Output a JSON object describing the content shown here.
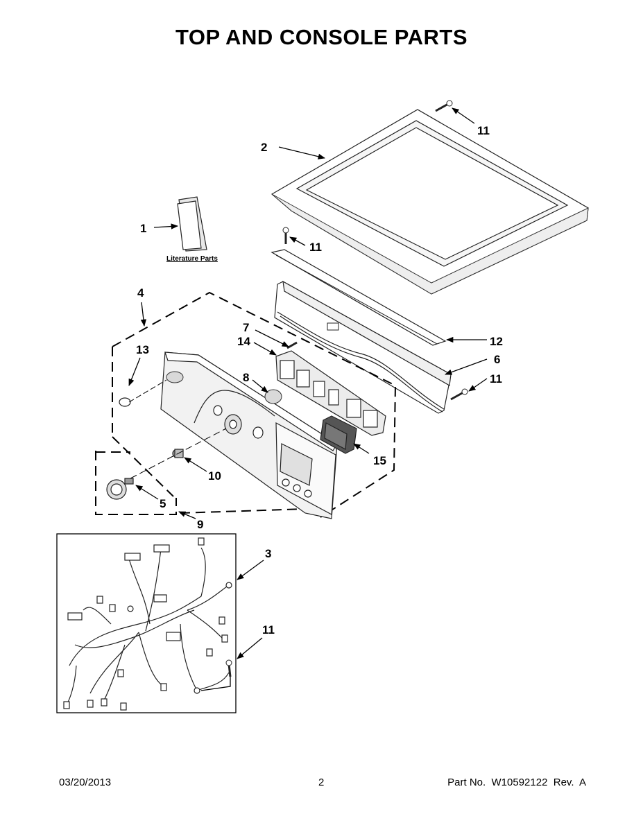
{
  "title": "TOP AND CONSOLE PARTS",
  "footer": {
    "date": "03/20/2013",
    "page": "2",
    "part_no": "Part No.  W10592122  Rev.  A"
  },
  "literature_label": "Literature Parts",
  "callouts": {
    "c1": "1",
    "c2": "2",
    "c3": "3",
    "c4": "4",
    "c5": "5",
    "c6": "6",
    "c7": "7",
    "c8": "8",
    "c9": "9",
    "c10": "10",
    "c11a": "11",
    "c11b": "11",
    "c11c": "11",
    "c11d": "11",
    "c12": "12",
    "c13": "13",
    "c14": "14",
    "c15": "15"
  }
}
